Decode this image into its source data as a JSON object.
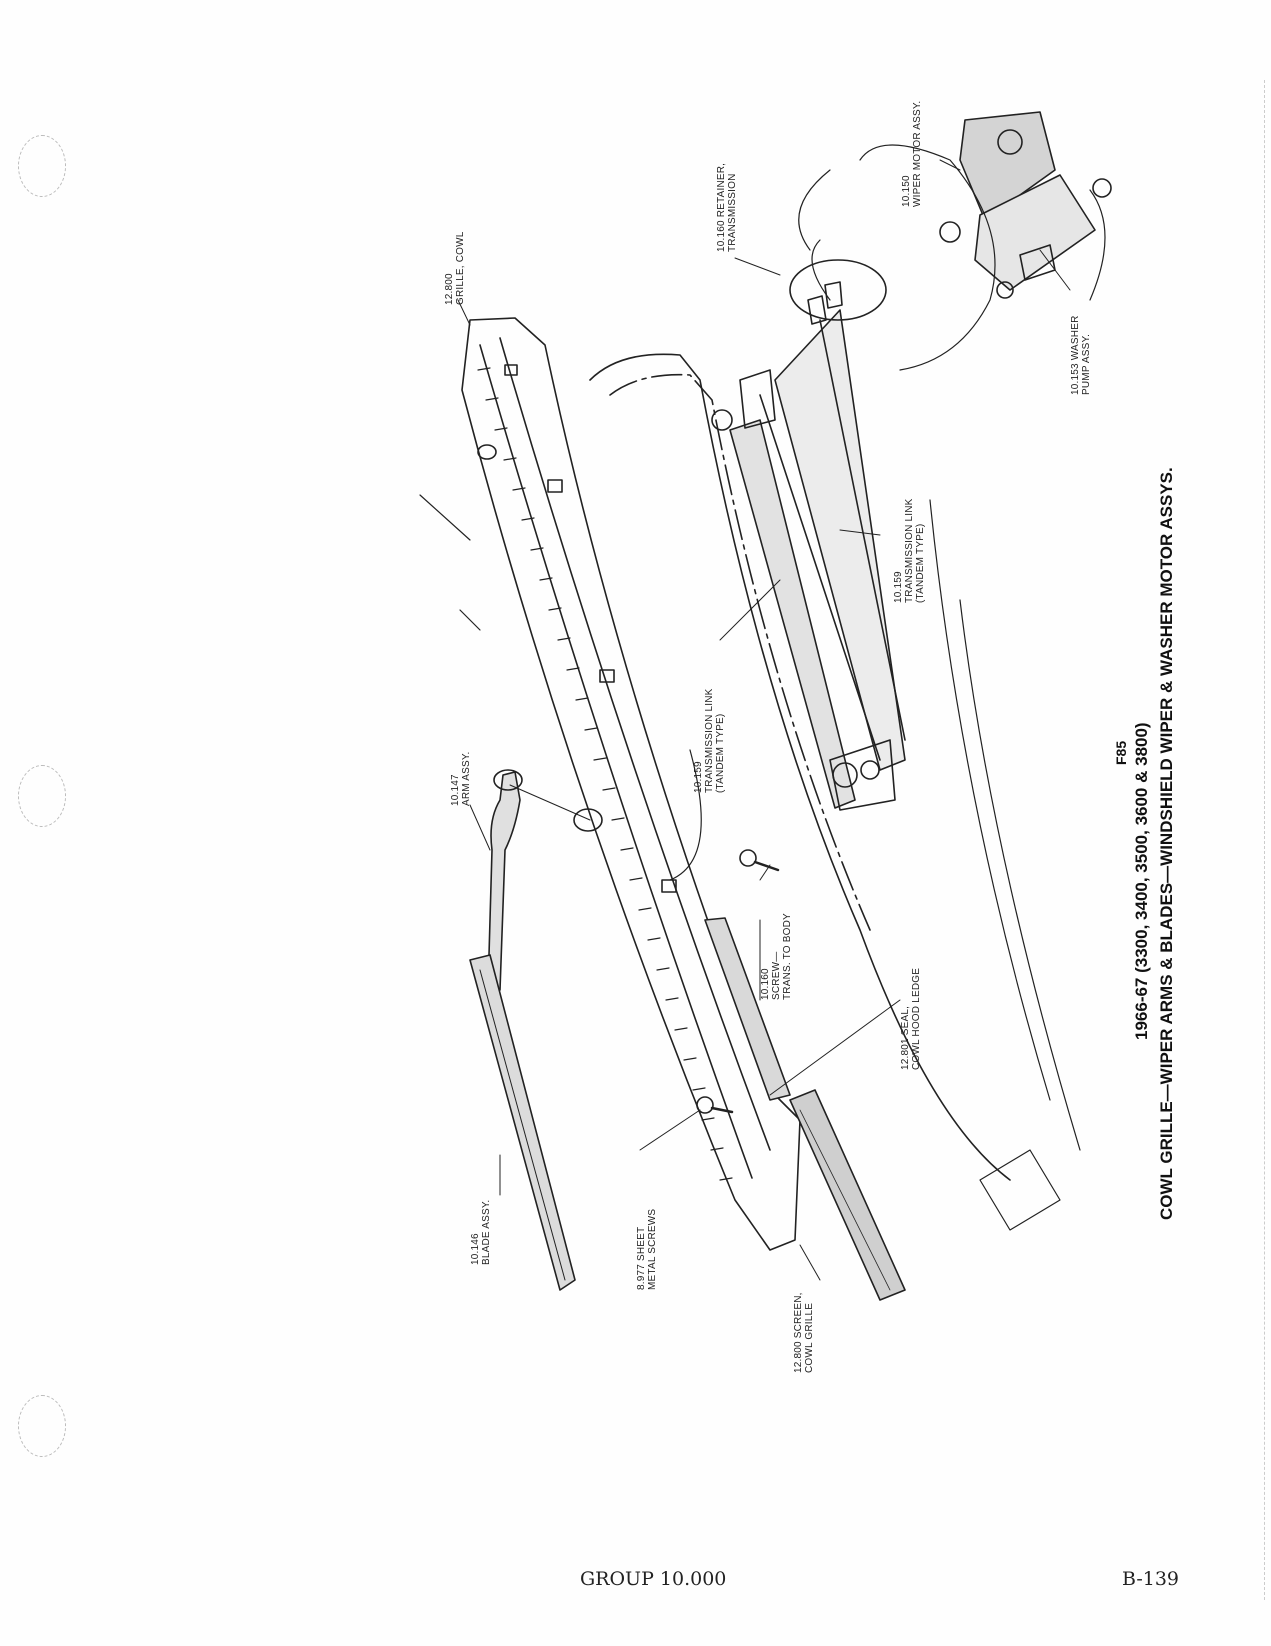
{
  "labels": {
    "grille_cowl": "12.800\nGRILLE, COWL",
    "retainer_transmission": "10.160 RETAINER,\nTRANSMISSION",
    "wiper_motor": "10.150\nWIPER MOTOR ASSY.",
    "washer_pump": "10.153 WASHER\nPUMP ASSY.",
    "transmission_link_right": "10.159\nTRANSMISSION LINK\n(TANDEM TYPE)",
    "transmission_link_center": "10.159\nTRANSMISSION LINK\n(TANDEM TYPE)",
    "arm_assy": "10.147\nARM ASSY.",
    "screw_trans_body": "10.160\nSCREW—\nTRANS. TO BODY",
    "seal_cowl_hood": "12.801 SEAL,\nCOWL HOOD LEDGE",
    "blade_assy": "10.146\nBLADE ASSY.",
    "sheet_metal_screws": "8.977 SHEET\nMETAL SCREWS",
    "screen_cowl_grille": "12.800 SCREEN,\nCOWL GRILLE"
  },
  "caption": {
    "figure": "F85",
    "years": "1966-67 (3300, 3400, 3500, 3600 & 3800)",
    "title": "COWL GRILLE—WIPER ARMS & BLADES—WINDSHIELD WIPER & WASHER MOTOR ASSYS."
  },
  "footer": {
    "group": "GROUP 10.000",
    "page": "B-139"
  }
}
